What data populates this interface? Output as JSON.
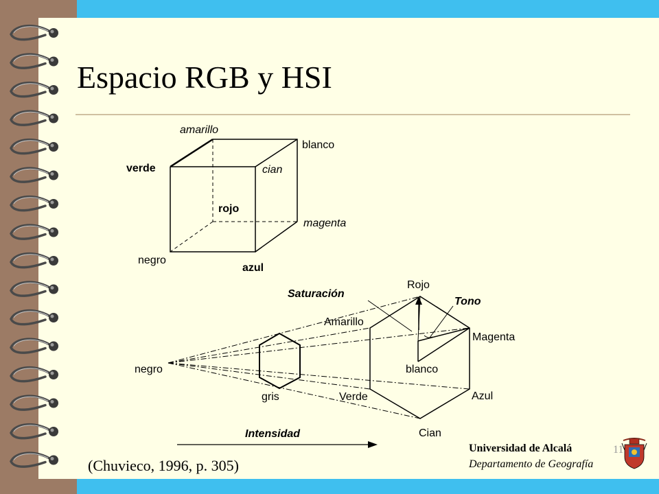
{
  "slide": {
    "title": "Espacio RGB y HSI",
    "citation": "(Chuvieco, 1996, p. 305)",
    "university": "Universidad de Alcalá",
    "department": "Departamento de Geografía",
    "page_number": "11"
  },
  "rgb_cube": {
    "labels": {
      "amarillo": "amarillo",
      "blanco": "blanco",
      "verde": "verde",
      "cian": "cian",
      "rojo": "rojo",
      "magenta": "magenta",
      "negro": "negro",
      "azul": "azul"
    }
  },
  "hsi_model": {
    "labels": {
      "saturacion": "Saturación",
      "rojo": "Rojo",
      "tono": "Tono",
      "amarillo": "Amarillo",
      "magenta": "Magenta",
      "negro": "negro",
      "blanco": "blanco",
      "gris": "gris",
      "verde": "Verde",
      "azul": "Azul",
      "cian": "Cian",
      "intensidad": "Intensidad"
    }
  },
  "colors": {
    "background": "#3fbfef",
    "binding": "#9c7b65",
    "slide": "#ffffe6",
    "rule": "#cfc0a0"
  },
  "icons": [
    "spiral-ring-icon",
    "university-crest-icon"
  ]
}
